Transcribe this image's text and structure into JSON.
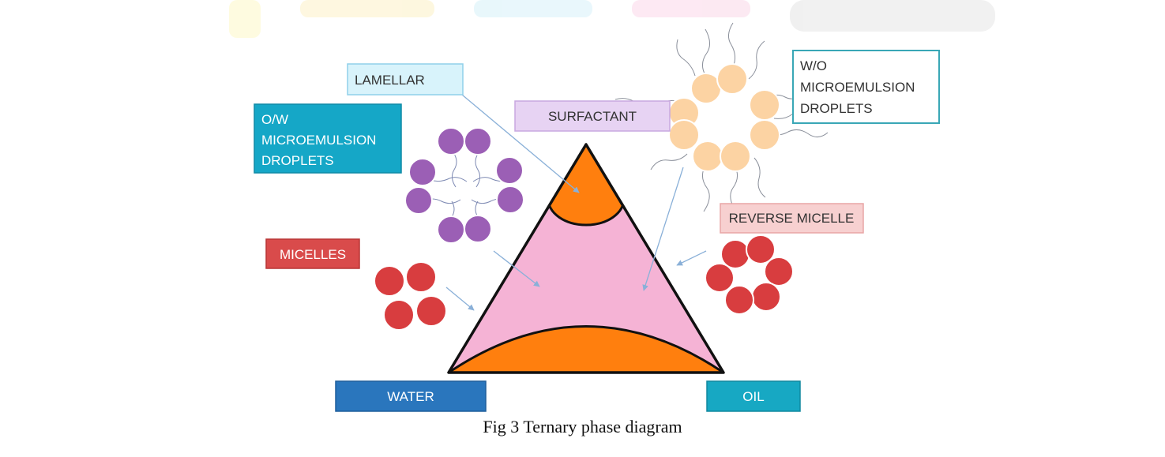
{
  "labels": {
    "lamellar": "LAMELLAR",
    "surfactant": "SURFACTANT",
    "wo_line1": "W/O",
    "wo_line2": "MICROEMULSION",
    "wo_line3": "DROPLETS",
    "ow_line1": "O/W",
    "ow_line2": "MICROEMULSION",
    "ow_line3": "DROPLETS",
    "reverse_micelle": "REVERSE MICELLE",
    "micelles": "MICELLES",
    "water": "WATER",
    "oil": "OIL"
  },
  "caption": "Fig 3 Ternary phase diagram",
  "colors": {
    "triangle_fill": "#f5b3d5",
    "orange_region": "#ff7f0e",
    "lamellar_box": "#d8f3fb",
    "surfactant_box": "#e7d3f3",
    "wo_box_border": "#39a7b6",
    "ow_box": "#15a7c7",
    "reverse_micelle_box": "#f7d0d0",
    "micelles_box": "#d94b4b",
    "water_box": "#2a76bd",
    "oil_box": "#17a8c3",
    "purple_droplet": "#9b5fb5",
    "red_droplet": "#d83d3f",
    "peach_droplet": "#fcd3a3"
  }
}
